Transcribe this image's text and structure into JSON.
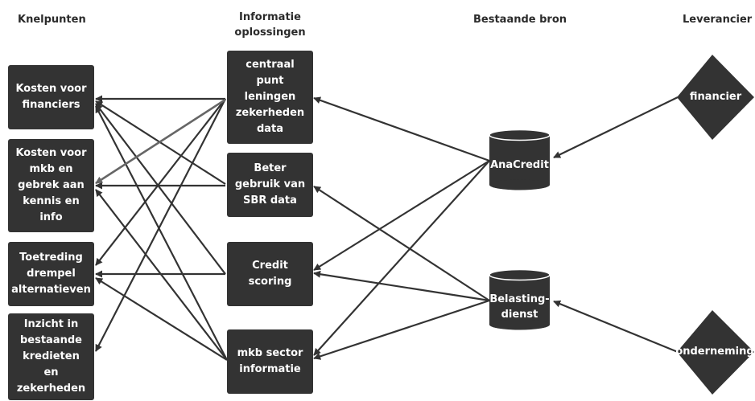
{
  "headers": {
    "knelpunten": "Knelpunten",
    "informatie": "Informatie\noplossingen",
    "bron": "Bestaande bron",
    "leverancier": "Leverancier"
  },
  "knelpunten": [
    {
      "id": "k1",
      "label": "Kosten voor\nfinanciers"
    },
    {
      "id": "k2",
      "label": "Kosten voor\nmkb en\ngebrek aan\nkennis en\ninfo"
    },
    {
      "id": "k3",
      "label": "Toetreding\ndrempel\nalternatieven"
    },
    {
      "id": "k4",
      "label": "Inzicht in\nbestaande\nkredieten\nen\nzekerheden"
    }
  ],
  "oplossingen": [
    {
      "id": "o1",
      "label": "centraal\npunt\nleningen\nzekerheden\ndata"
    },
    {
      "id": "o2",
      "label": "Beter\ngebruik van\nSBR data"
    },
    {
      "id": "o3",
      "label": "Credit\nscoring"
    },
    {
      "id": "o4",
      "label": "mkb sector\ninformatie"
    }
  ],
  "bronnen": [
    {
      "id": "b1",
      "label": "AnaCredit"
    },
    {
      "id": "b2",
      "label": "Belasting-\ndienst"
    }
  ],
  "leveranciers": [
    {
      "id": "l1",
      "label": "financier"
    },
    {
      "id": "l2",
      "label": "onderneming"
    }
  ],
  "colors": {
    "node": "#333333",
    "edge": "#333333",
    "edge_highlight": "#666666"
  }
}
